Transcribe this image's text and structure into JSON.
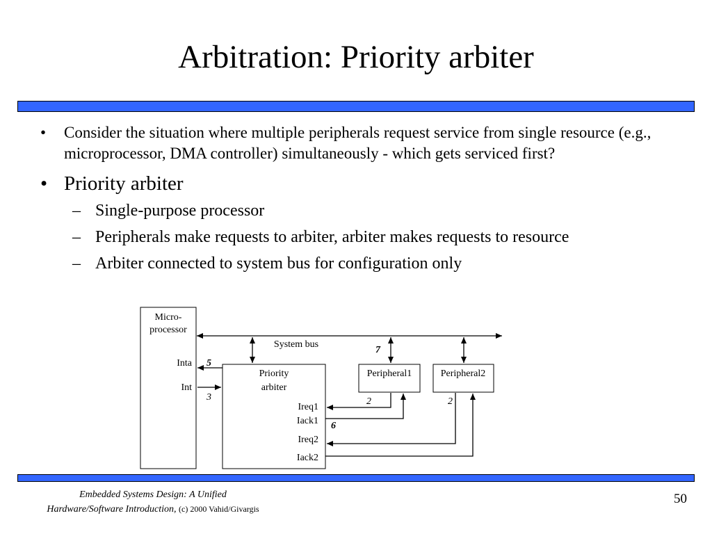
{
  "slide": {
    "title": "Arbitration: Priority arbiter",
    "bullets": [
      "Consider the situation where multiple peripherals request service from single resource (e.g., microprocessor, DMA controller) simultaneously - which gets serviced first?",
      "Priority arbiter"
    ],
    "sub_bullets": [
      "Single-purpose processor",
      "Peripherals make requests to arbiter, arbiter makes requests to resource",
      "Arbiter connected to system bus for configuration only"
    ]
  },
  "diagram": {
    "microprocessor": {
      "line1": "Micro-",
      "line2": "processor",
      "inta": "Inta",
      "int": "Int"
    },
    "system_bus": "System bus",
    "arbiter": {
      "line1": "Priority",
      "line2": "arbiter",
      "ireq1": "Ireq1",
      "iack1": "Iack1",
      "ireq2": "Ireq2",
      "iack2": "Iack2"
    },
    "peripheral1": "Peripheral1",
    "peripheral2": "Peripheral2",
    "steps": {
      "s2a": "2",
      "s2b": "2",
      "s3": "3",
      "s5": "5",
      "s6": "6",
      "s7": "7"
    }
  },
  "footer": {
    "book_line1": "Embedded Systems Design: A Unified",
    "book_line2": "Hardware/Software Introduction,",
    "copyright": "(c) 2000 Vahid/Givargis",
    "page_number": "50"
  },
  "colors": {
    "rule_fill": "#3366ff",
    "rule_border": "#000000"
  }
}
